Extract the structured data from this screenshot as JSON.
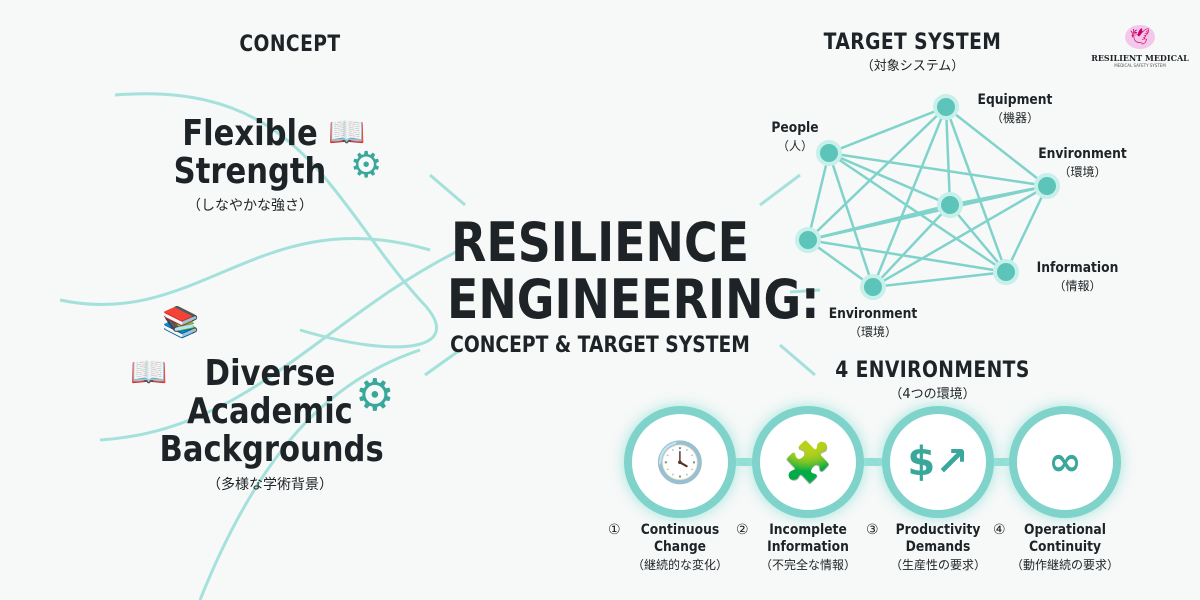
{
  "logo": {
    "name": "RESILIENT MEDICAL",
    "tagline": "MEDICAL SAFETY SYSTEM"
  },
  "concept": {
    "heading": "CONCEPT",
    "items": [
      {
        "title_line1": "Flexible",
        "title_line2": "Strength",
        "jp": "（しなやかな強さ）"
      },
      {
        "title_line1": "Diverse",
        "title_line2": "Academic",
        "title_line3": "Backgrounds",
        "jp": "（多様な学術背景）"
      }
    ]
  },
  "center": {
    "title_line1": "RESILIENCE",
    "title_line2": "ENGINEERING:",
    "subtitle": "CONCEPT & TARGET SYSTEM"
  },
  "target_system": {
    "heading": "TARGET SYSTEM",
    "jp": "（対象システム）",
    "nodes": [
      {
        "label": "People",
        "jp": "（人）"
      },
      {
        "label": "Equipment",
        "jp": "（機器）"
      },
      {
        "label": "Environment",
        "jp": "（環境）"
      },
      {
        "label": "Information",
        "jp": "（情報）"
      },
      {
        "label": "Environment",
        "jp": "（環境）"
      }
    ]
  },
  "environments": {
    "heading": "4 ENVIRONMENTS",
    "jp": "（4つの環境）",
    "items": [
      {
        "num": "①",
        "line1": "Continuous",
        "line2": "Change",
        "jp": "（継続的な変化）",
        "icon": "clock-cycle-icon"
      },
      {
        "num": "②",
        "line1": "Incomplete",
        "line2": "Information",
        "jp": "（不完全な情報）",
        "icon": "puzzle-icon"
      },
      {
        "num": "③",
        "line1": "Productivity",
        "line2": "Demands",
        "jp": "（生産性の要求）",
        "icon": "dollar-growth-icon"
      },
      {
        "num": "④",
        "line1": "Operational",
        "line2": "Continuity",
        "jp": "（動作継続の要求）",
        "icon": "infinity-gear-icon"
      }
    ]
  },
  "colors": {
    "accent": "#5cc4b8",
    "glow": "#9fe6dd",
    "text": "#1d2326"
  }
}
